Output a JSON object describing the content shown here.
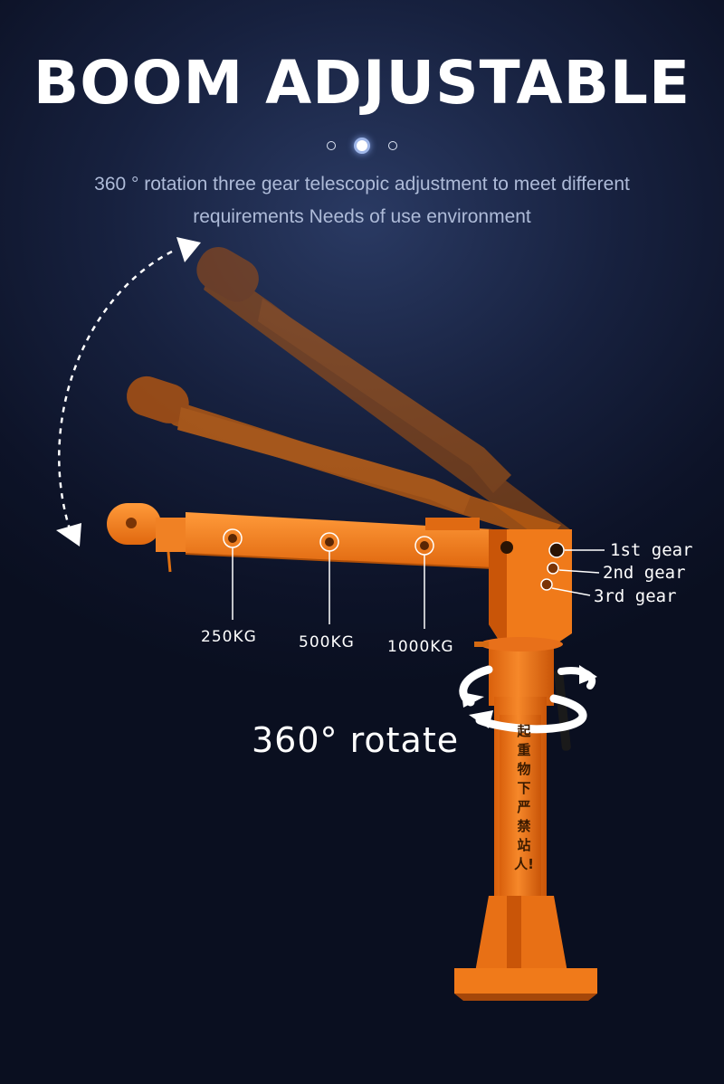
{
  "heading": "BOOM ADJUSTABLE",
  "carousel": {
    "count": 3,
    "active_index": 1
  },
  "description": {
    "line1": "360 ° rotation three gear telescopic adjustment to meet different",
    "line2": "requirements Needs of use environment"
  },
  "gears": [
    "1st gear",
    "2nd gear",
    "3rd gear"
  ],
  "loads": [
    "250KG",
    "500KG",
    "1000KG"
  ],
  "rotate_label": "360° rotate",
  "warning_text": "起重物下严禁站人!",
  "colors": {
    "crane_orange": "#f07a1a",
    "crane_dark": "#c85a0c",
    "background": "#101a36"
  }
}
